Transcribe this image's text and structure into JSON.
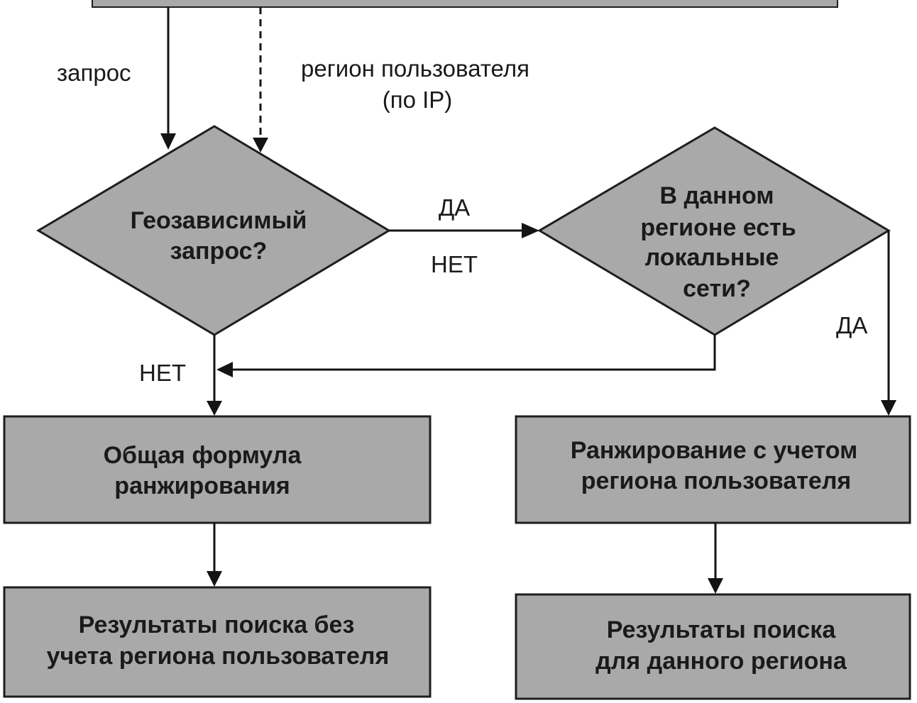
{
  "inputs": {
    "query_label": "запрос",
    "region_label_line1": "регион пользователя",
    "region_label_line2": "(по IP)"
  },
  "decisions": {
    "geo_query": {
      "line1": "Геозависимый",
      "line2": "запрос?"
    },
    "local_networks": {
      "line1": "В данном",
      "line2": "регионе есть",
      "line3": "локальные",
      "line4": "сети?"
    }
  },
  "edges": {
    "geo_yes": "ДА",
    "local_no": "НЕТ",
    "geo_no": "НЕТ",
    "local_yes": "ДА"
  },
  "processes": {
    "general_formula": {
      "line1": "Общая формула",
      "line2": "ранжирования"
    },
    "regional_ranking": {
      "line1": "Ранжирование с учетом",
      "line2": "региона пользователя"
    }
  },
  "outputs": {
    "results_without_region": {
      "line1": "Результаты поиска без",
      "line2": "учета региона пользователя"
    },
    "results_for_region": {
      "line1": "Результаты поиска",
      "line2": "для данного региона"
    }
  },
  "colors": {
    "shape_fill": "#a9a9a9",
    "stroke": "#141414",
    "text": "#1a1a1a",
    "background": "#ffffff"
  }
}
